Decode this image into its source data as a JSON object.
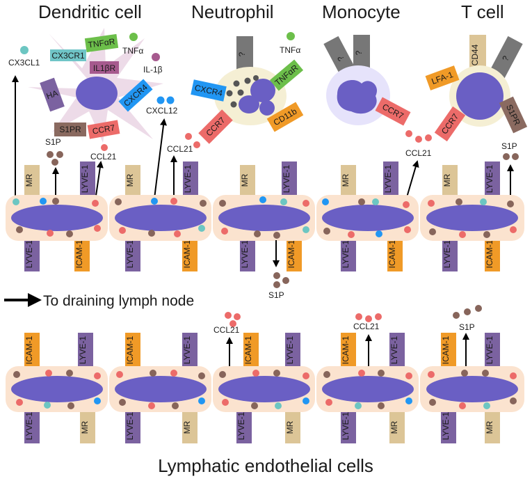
{
  "titles": {
    "dendritic": "Dendritic cell",
    "neutrophil": "Neutrophil",
    "monocyte": "Monocyte",
    "tcell": "T cell"
  },
  "footer": "Lymphatic endothelial cells",
  "flow_label": "To draining lymph node",
  "dendritic": {
    "cx3cr1": "CX3CR1",
    "tnfar": "TNFαR",
    "il1br": "IL1βR",
    "ha": "HA",
    "cxcr4": "CXCR4",
    "s1pr": "S1PR",
    "ccr7": "CCR7",
    "tnfa": "TNFα",
    "il1b": "IL-1β",
    "cx3cl1": "CX3CL1",
    "cxcl12": "CXCL12",
    "s1p": "S1P",
    "ccl21": "CCL21"
  },
  "neutrophil": {
    "q": "?",
    "tnfa": "TNFα",
    "tnfar": "TNFαR",
    "cxcr4": "CXCR4",
    "ccr7": "CCR7",
    "cd11b": "CD11b",
    "ccl21": "CCL21",
    "s1p": "S1P"
  },
  "monocyte": {
    "q1": "?",
    "q2": "?",
    "ccr7": "CCR7",
    "ccl21": "CCL21"
  },
  "tcell": {
    "cd44": "CD44",
    "q": "?",
    "lfa1": "LFA-1",
    "ccr7": "CCR7",
    "s1pr": "S1PR",
    "s1p": "S1P"
  },
  "receptors": {
    "mr": "MR",
    "lyve1": "LYVE-1",
    "icam1": "ICAM-1"
  },
  "lower": {
    "ccl21_a": "CCL21",
    "ccl21_b": "CCL21",
    "s1p": "S1P"
  },
  "colors": {
    "lec_fill": "#fbe3cf",
    "nucleus": "#6a5fc4",
    "mr": "#dcc597",
    "lyve1": "#7b62a0",
    "icam1": "#f09a27",
    "ccl21": "#ec6b69",
    "s1p": "#87655b",
    "cxcl12": "#2196f3",
    "cx3cl1": "#6cc6c2"
  }
}
